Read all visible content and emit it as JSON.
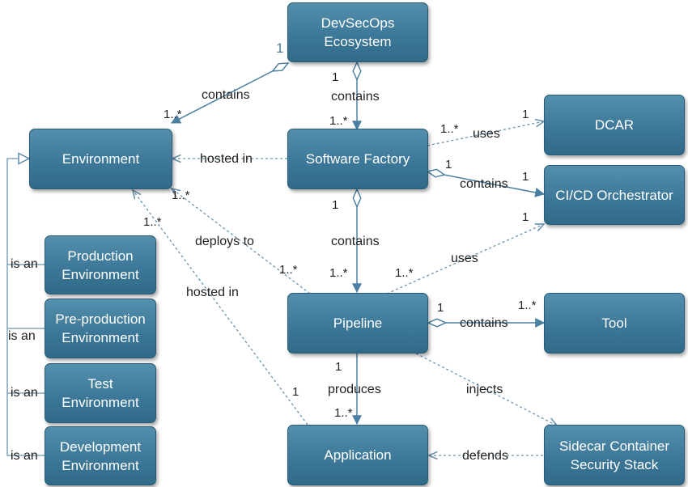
{
  "nodes": {
    "devsecops": "DevSecOps\nEcosystem",
    "environment": "Environment",
    "software_factory": "Software Factory",
    "dcar": "DCAR",
    "cicd": "CI/CD Orchestrator",
    "production": "Production\nEnvironment",
    "preproduction": "Pre-production\nEnvironment",
    "test": "Test\nEnvironment",
    "development": "Development\nEnvironment",
    "pipeline": "Pipeline",
    "tool": "Tool",
    "application": "Application",
    "sidecar": "Sidecar Container\nSecurity Stack"
  },
  "relations": {
    "eco_env": {
      "label": "contains",
      "source_mult": "1",
      "target_mult": "1..*"
    },
    "eco_sf": {
      "label": "contains",
      "source_mult": "1",
      "target_mult": "1..*"
    },
    "sf_env": {
      "label": "hosted in"
    },
    "sf_dcar": {
      "label": "uses",
      "source_mult": "1..*",
      "target_mult": "1"
    },
    "sf_cicd": {
      "label": "contains",
      "source_mult": "1",
      "target_mult": "1"
    },
    "sf_pipeline": {
      "label": "contains",
      "source_mult": "1",
      "target_mult": "1..*"
    },
    "pipeline_env": {
      "label": "deploys to",
      "source_mult": "1..*",
      "target_mult": "1..*"
    },
    "pipeline_cicd": {
      "label": "uses",
      "source_mult": "1..*",
      "target_mult": "1"
    },
    "app_env": {
      "label": "hosted in",
      "source_mult": "1",
      "target_mult": "1..*"
    },
    "pipeline_tool": {
      "label": "contains",
      "source_mult": "1",
      "target_mult": "1..*"
    },
    "pipeline_app": {
      "label": "produces",
      "source_mult": "1",
      "target_mult": "1..*"
    },
    "pipeline_sidecar": {
      "label": "injects"
    },
    "sidecar_app": {
      "label": "defends"
    },
    "is_a": {
      "label": "is an"
    }
  },
  "colors": {
    "box_fill": "#3d7898",
    "box_border": "#285a75",
    "box_text": "#ffffff",
    "edge_solid": "#4a7fa2",
    "edge_dashed": "#6a93ad",
    "label_text": "#222222"
  }
}
